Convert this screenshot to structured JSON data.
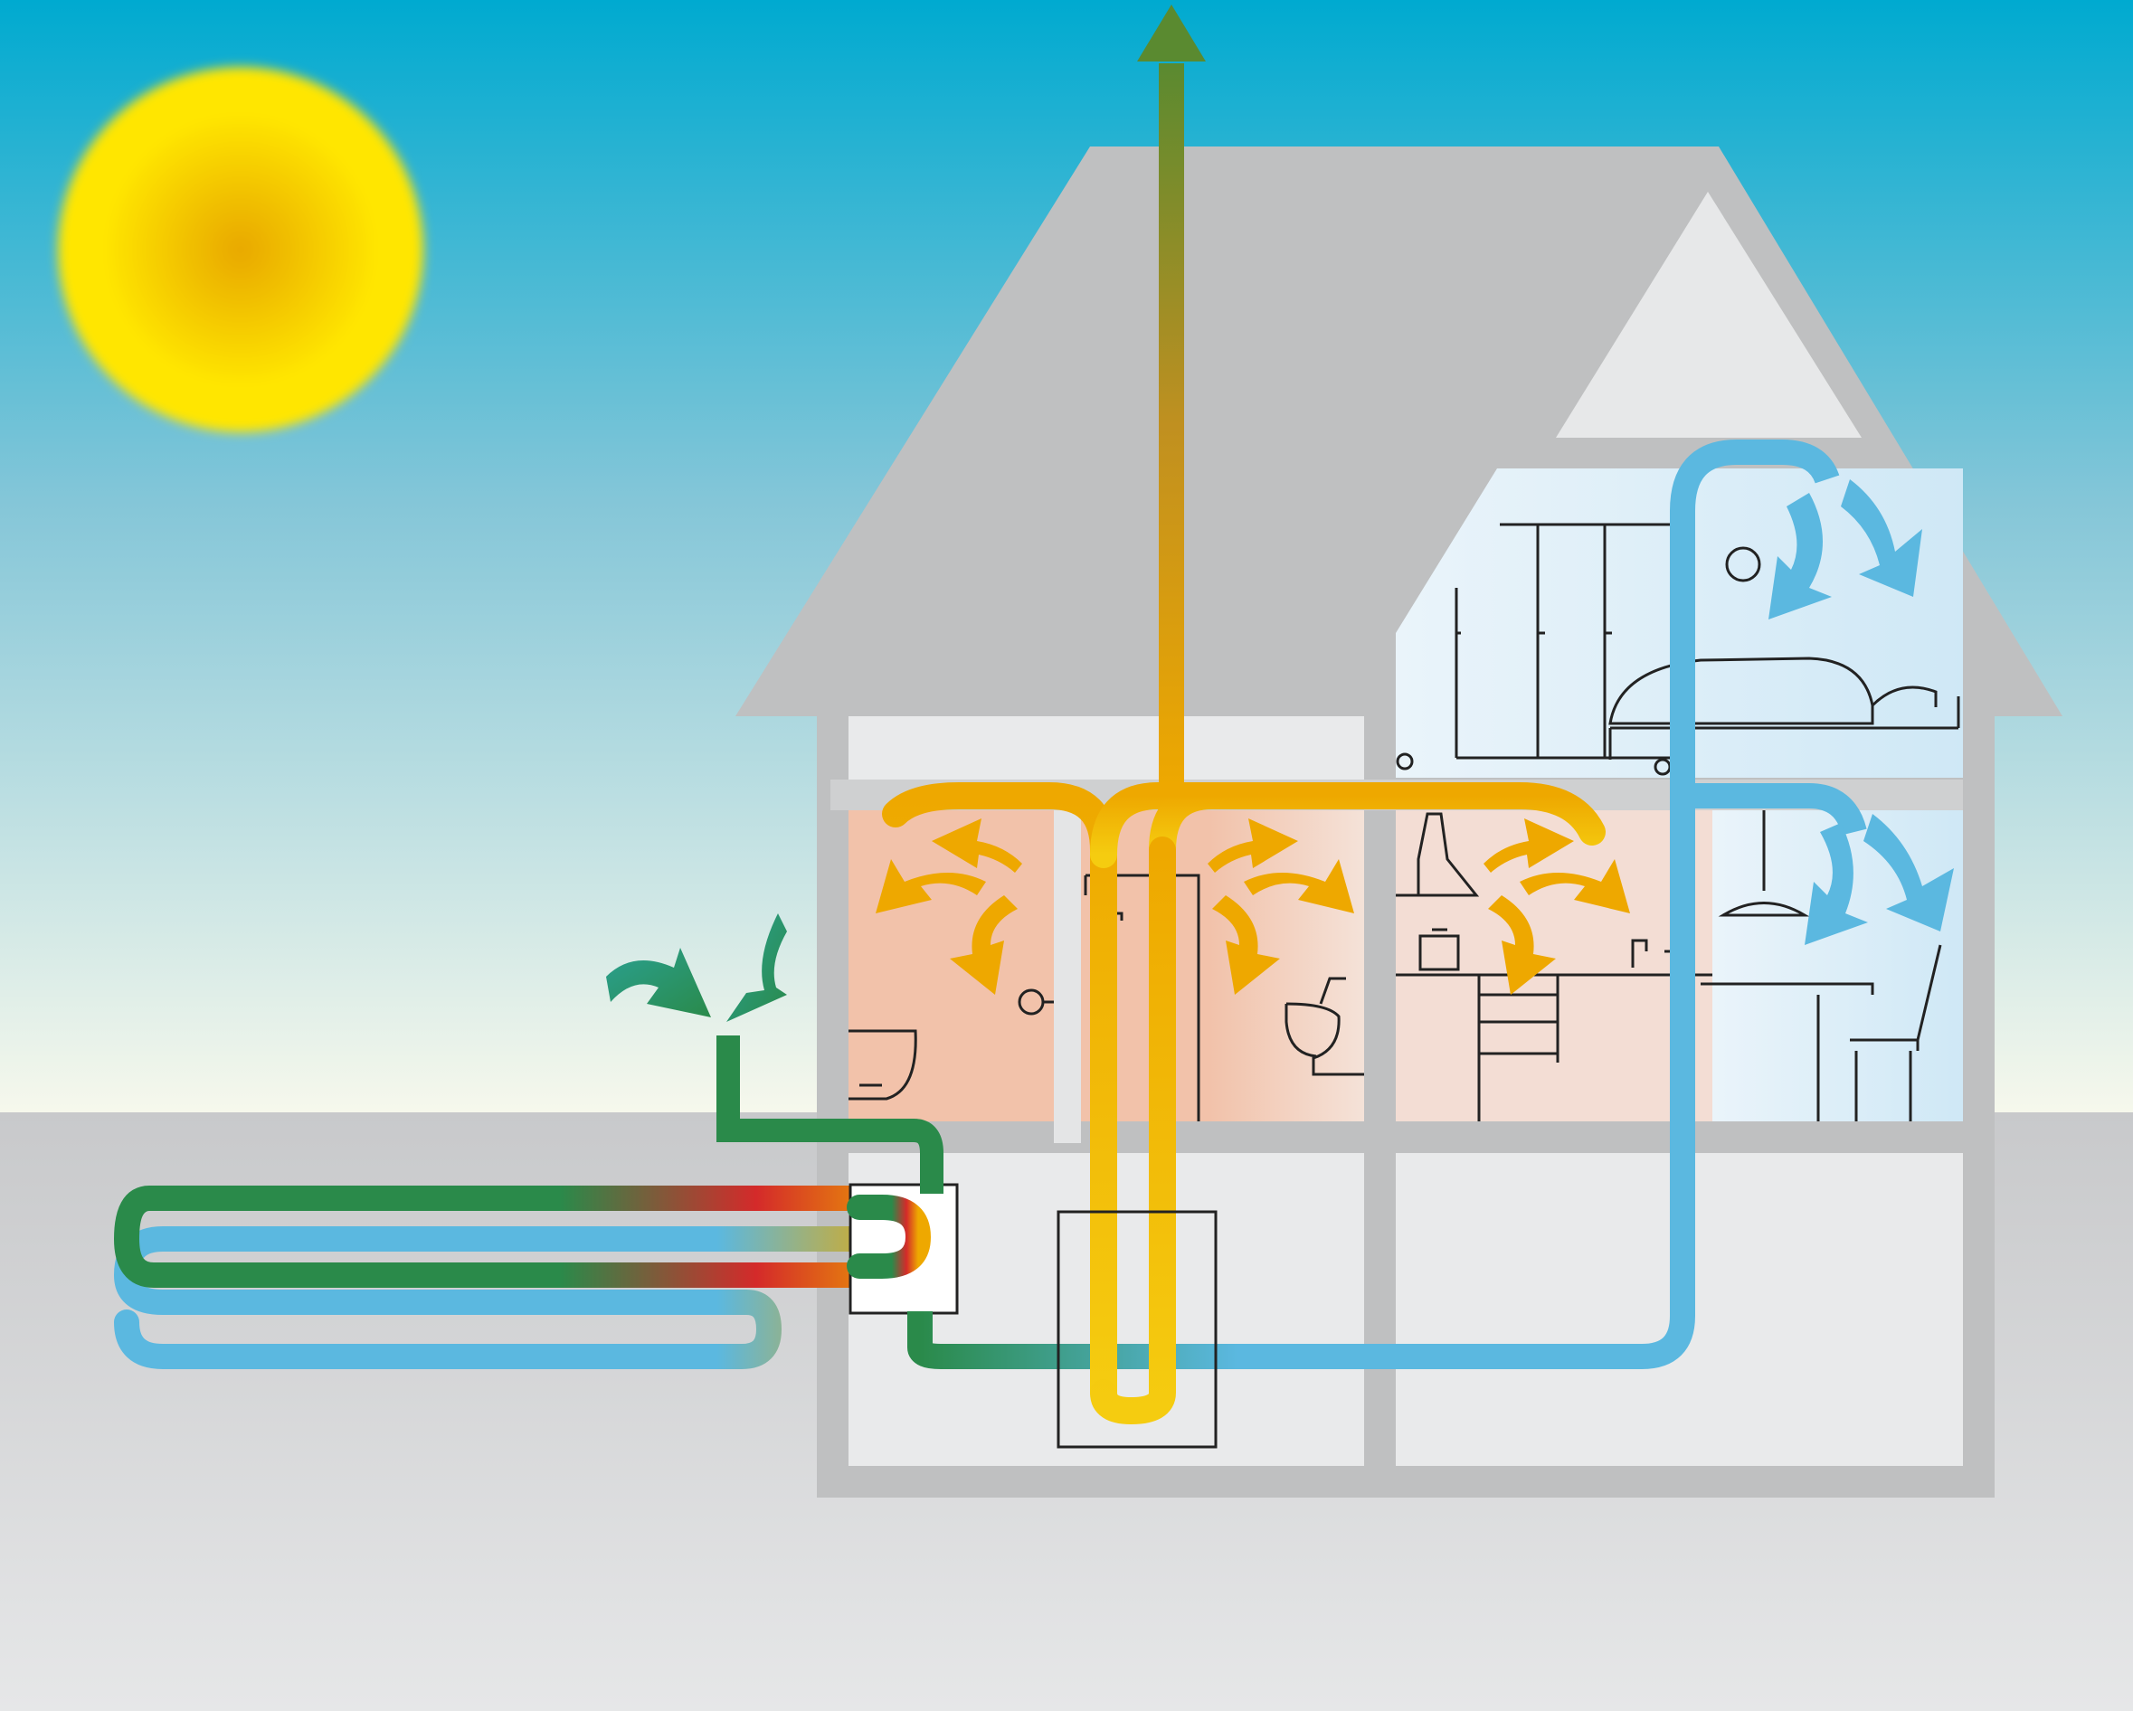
{
  "diagram": {
    "kind": "ground-coupled ventilation with heat recovery (illustration)",
    "text": [],
    "colors": {
      "sky_top": "#00aad0",
      "sky_mid": "#84c6d8",
      "sky_horizon": "#f6f8ec",
      "ground_top": "#c8c9cb",
      "ground_bottom": "#e6e7e8",
      "house_gray": "#bfc0c1",
      "room_light": "#e9eaeb",
      "attic_light": "#e7e8e9",
      "warm_zone": "#f2c2aa",
      "cool_zone": "#cfe8f6",
      "sun_core": "#e8a800",
      "sun_edge": "#ffe600",
      "fresh_air": "#2a8a4a",
      "supply_air": "#5bb8e0",
      "extract_air": "#eea800",
      "exhaust_air": "#5a8a30",
      "heat_exchanger": "#d42a2a",
      "furniture_line": "#222222"
    },
    "flows": [
      {
        "name": "fresh-air-intake",
        "color_key": "fresh_air"
      },
      {
        "name": "ground-heat-exchanger",
        "color_key": "fresh_air"
      },
      {
        "name": "supply-air",
        "color_key": "supply_air"
      },
      {
        "name": "extract-air",
        "color_key": "extract_air"
      },
      {
        "name": "exhaust-air",
        "color_key": "exhaust_air"
      }
    ],
    "rooms": [
      "bathroom",
      "kitchen",
      "bedroom",
      "dining-room",
      "basement-left",
      "basement-right"
    ]
  }
}
